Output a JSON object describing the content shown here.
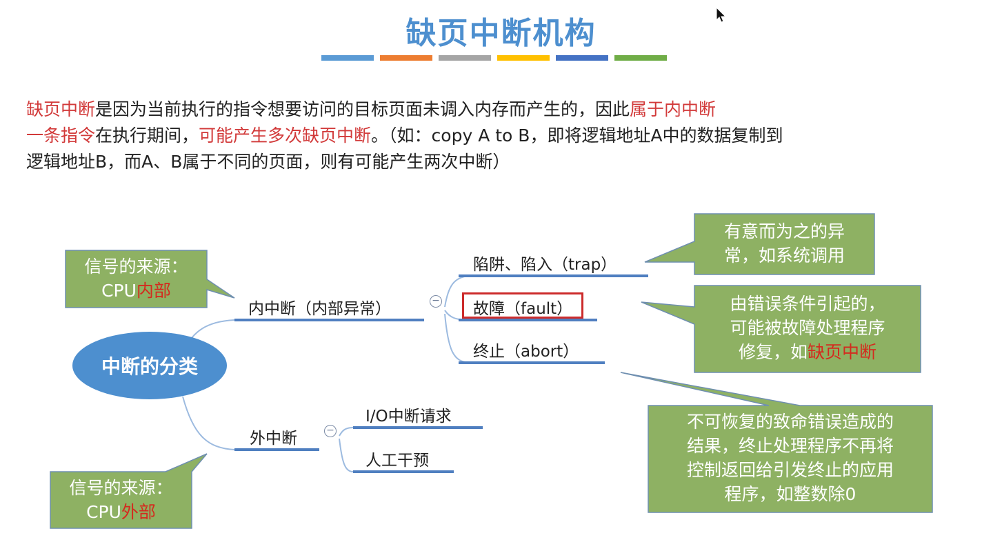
{
  "title": "缺页中断机构",
  "title_bar_colors": [
    "#5b9bd5",
    "#ed7d31",
    "#a5a5a5",
    "#ffc000",
    "#4472c4",
    "#70ad47"
  ],
  "paragraph": {
    "line1_part1": "缺页中断",
    "line1_part2": "是因为当前执行的指令想要访问的目标页面未调入内存而产生的，因此",
    "line1_part3": "属于内中断",
    "line2_part1": "一条指令",
    "line2_part2": "在执行期间，",
    "line2_part3": "可能产生多次缺页中断",
    "line2_part4": "。（如：copy A to B，即将逻辑地址A中的数据复制到",
    "line3": "逻辑地址B，而A、B属于不同的页面，则有可能产生两次中断）"
  },
  "diagram": {
    "root": "中断的分类",
    "internal": {
      "label": "内中断（内部异常）",
      "children": [
        "陷阱、陷入（trap）",
        "故障（fault）",
        "终止（abort）"
      ]
    },
    "external": {
      "label": "外中断",
      "children": [
        "I/O中断请求",
        "人工干预"
      ]
    },
    "collapse_symbol": "−",
    "callouts": {
      "internal_source": {
        "line1": "信号的来源：",
        "prefix": "CPU",
        "highlight": "内部"
      },
      "external_source": {
        "line1": "信号的来源：",
        "prefix": "CPU",
        "highlight": "外部"
      },
      "trap": {
        "line1": "有意而为之的异",
        "line2": "常，如系统调用"
      },
      "fault": {
        "line1": "由错误条件引起的，",
        "line2": "可能被故障处理程序",
        "line3_prefix": "修复，如",
        "line3_highlight": "缺页中断"
      },
      "abort": {
        "line1": "不可恢复的致命错误造成的",
        "line2": "结果，终止处理程序不再将",
        "line3": "控制返回给引发终止的应用",
        "line4": "程序，如整数除0"
      }
    }
  },
  "colors": {
    "callout_fill": "#8eb163",
    "callout_stroke": "#6f8fb0",
    "branch_line": "#4f7fc0",
    "connector": "#9dbbe0",
    "highlight_red": "#d23a3a"
  }
}
